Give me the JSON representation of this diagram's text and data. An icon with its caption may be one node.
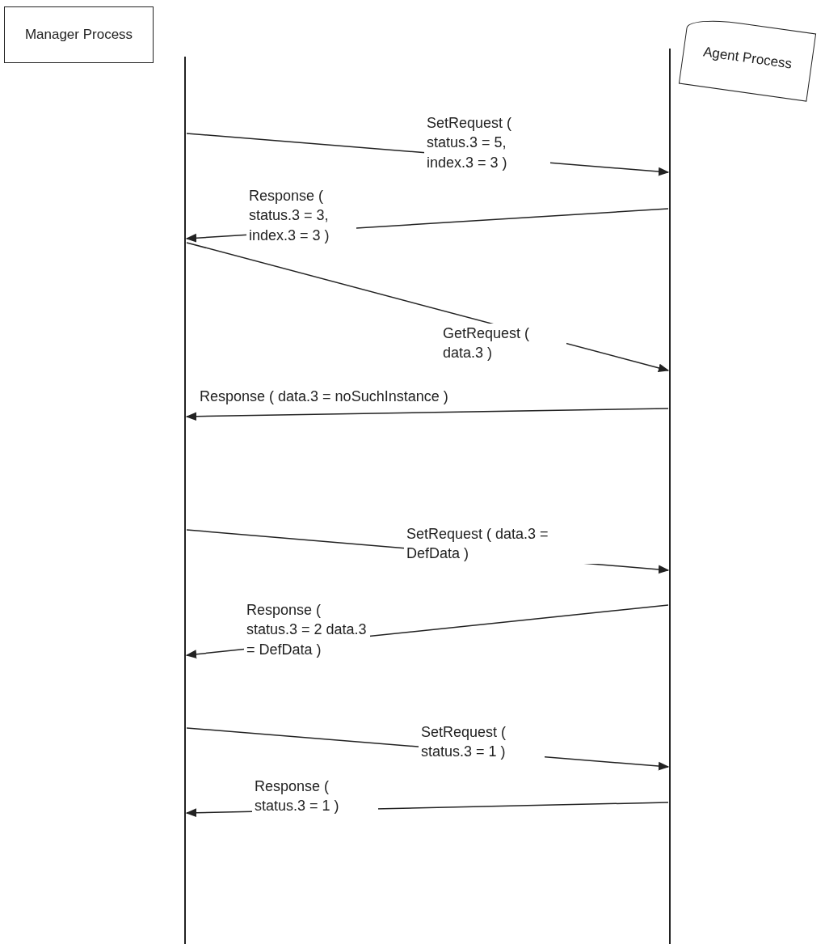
{
  "diagram": {
    "nodes": [
      {
        "text": [
          "Manager Process"
        ]
      },
      {
        "text": [
          "Agent Process"
        ]
      }
    ],
    "edges": [
      {
        "from": 0,
        "to": 1,
        "arrow": "to",
        "label": "SetRequest ( status.3 = 5, index.3 = 3 )"
      },
      {
        "from": 1,
        "to": 0,
        "arrow": "to",
        "label": "Response ( status.3 = 3, index.3 = 3 )"
      },
      {
        "from": 0,
        "to": 1,
        "arrow": "to",
        "label": "GetRequest ( data.3 )"
      },
      {
        "from": 1,
        "to": 0,
        "arrow": "to",
        "label": "Response ( data.3 = noSuchInstance )"
      },
      {
        "from": 0,
        "to": 1,
        "arrow": "to",
        "label": "SetRequest ( data.3 = DefData )"
      },
      {
        "from": 1,
        "to": 0,
        "arrow": "to",
        "label": "Response ( status.3 = 2 data.3 = DefData )"
      },
      {
        "from": 0,
        "to": 1,
        "arrow": "to",
        "label": "SetRequest ( status.3 = 1 )"
      },
      {
        "from": 1,
        "to": 0,
        "arrow": "to",
        "label": "Response ( status.3 = 1 )"
      }
    ]
  }
}
